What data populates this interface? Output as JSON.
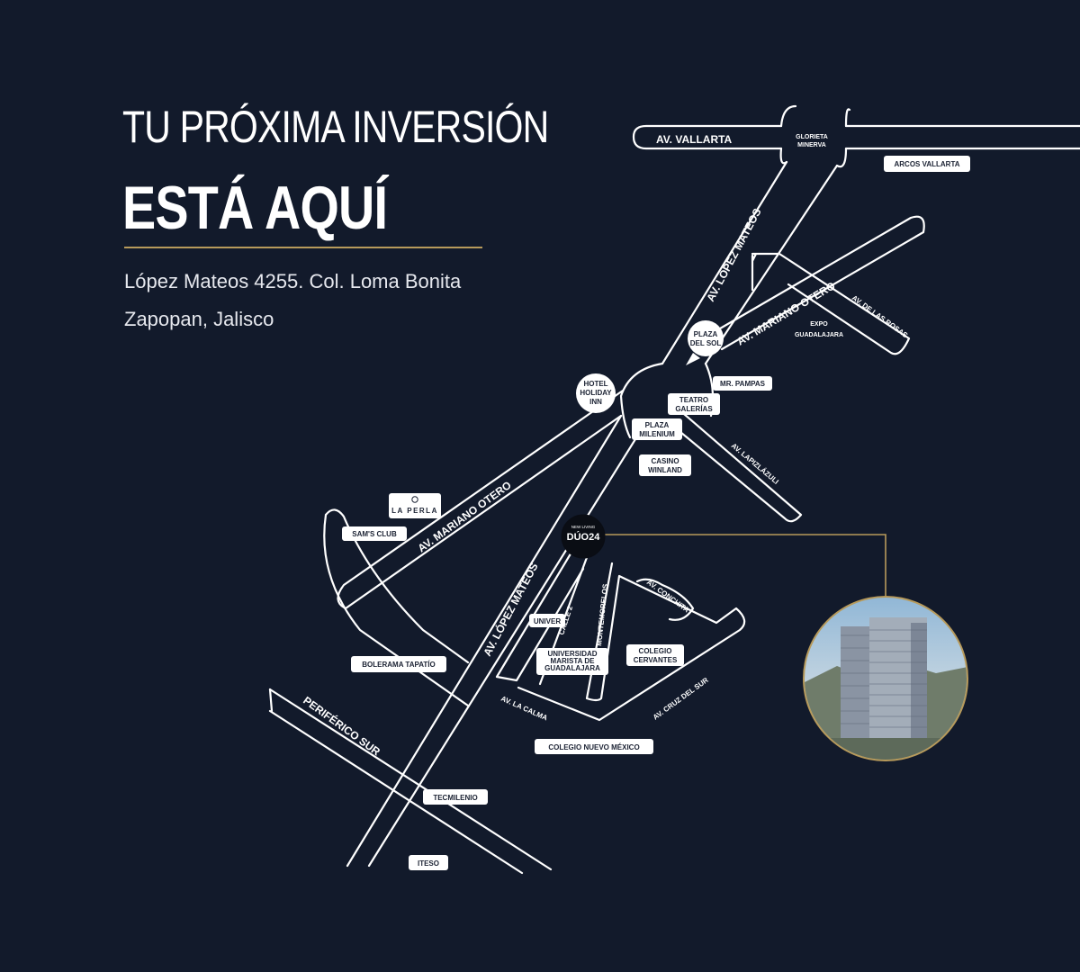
{
  "header": {
    "title_line1": "TU PRÓXIMA INVERSIÓN",
    "title_line2": "ESTÁ AQUÍ",
    "address_line1": "López Mateos 4255. Col. Loma Bonita",
    "address_line2": "Zapopan, Jalisco"
  },
  "roads": {
    "av_vallarta": "AV. VALLARTA",
    "lopez_mateos_north": "AV. LÓPEZ MATEOS",
    "lopez_mateos_south": "AV. LÓPEZ MATEOS",
    "mariano_otero_north": "AV. MARIANO OTERO",
    "mariano_otero_south": "AV. MARIANO OTERO",
    "de_las_rosas": "AV. DE LAS ROSAS",
    "lapizlazuli": "AV. LAPIZLÁZULI",
    "conchita": "AV. CONCHITA",
    "cruz_del_sur": "AV. CRUZ DEL SUR",
    "la_calma": "AV. LA CALMA",
    "periferico_sur": "PERIFÉRICO SUR",
    "calle_2": "CALLE 2",
    "montemorelos": "MONTEMORELOS"
  },
  "places": {
    "glorieta_minerva": [
      "GLORIETA",
      "MINERVA"
    ],
    "expo_guadalajara": [
      "EXPO",
      "GUADALAJARA"
    ],
    "arcos_vallarta": "ARCOS VALLARTA",
    "plaza_del_sol": [
      "PLAZA",
      "DEL SOL"
    ],
    "hotel_holiday_inn": [
      "HOTEL",
      "HOLIDAY",
      "INN"
    ],
    "mr_pampas": "MR. PAMPAS",
    "teatro_galerias": [
      "TEATRO",
      "GALERÍAS"
    ],
    "plaza_milenium": [
      "PLAZA",
      "MILENIUM"
    ],
    "casino_winland": [
      "CASINO",
      "WINLAND"
    ],
    "la_perla": "LA PERLA",
    "sams_club": "SAM'S CLUB",
    "univer": "UNIVER",
    "universidad_marista": [
      "UNIVERSIDAD",
      "MARISTA DE",
      "GUADALAJARA"
    ],
    "colegio_cervantes": [
      "COLEGIO",
      "CERVANTES"
    ],
    "bolerama_tapatio": "BOLERAMA TAPATÍO",
    "colegio_nuevo_mexico": "COLEGIO NUEVO MÉXICO",
    "tecmilenio": "TECMILENIO",
    "iteso": "ITESO"
  },
  "marker": {
    "top_text": "NEW LIVING",
    "brand": "DÚO24"
  },
  "colors": {
    "background": "#121a2b",
    "accent_gold": "#b79a5b",
    "road_stroke": "#ffffff",
    "tag_fill": "#ffffff",
    "tag_text": "#1b2233"
  }
}
